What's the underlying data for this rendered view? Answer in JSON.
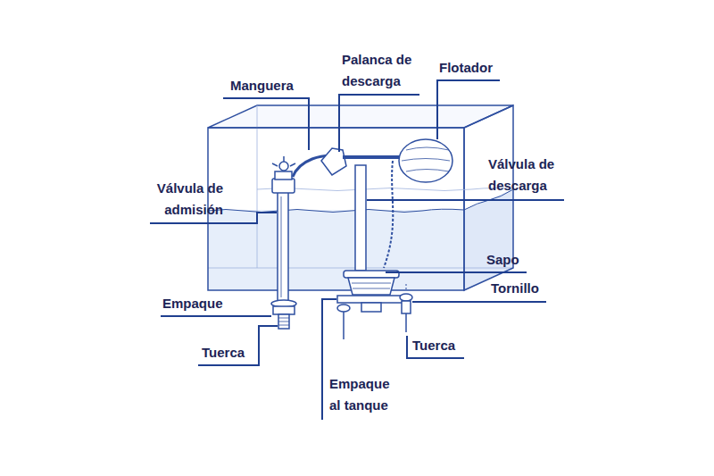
{
  "diagram": {
    "labels": [
      "Manguera",
      "Palanca de descarga",
      "Flotador",
      "Válvula de admisión",
      "Válvula de descarga",
      "Sapo",
      "Tornillo",
      "Empaque",
      "Tuerca",
      "Tuerca",
      "Empaque al tanque"
    ]
  }
}
